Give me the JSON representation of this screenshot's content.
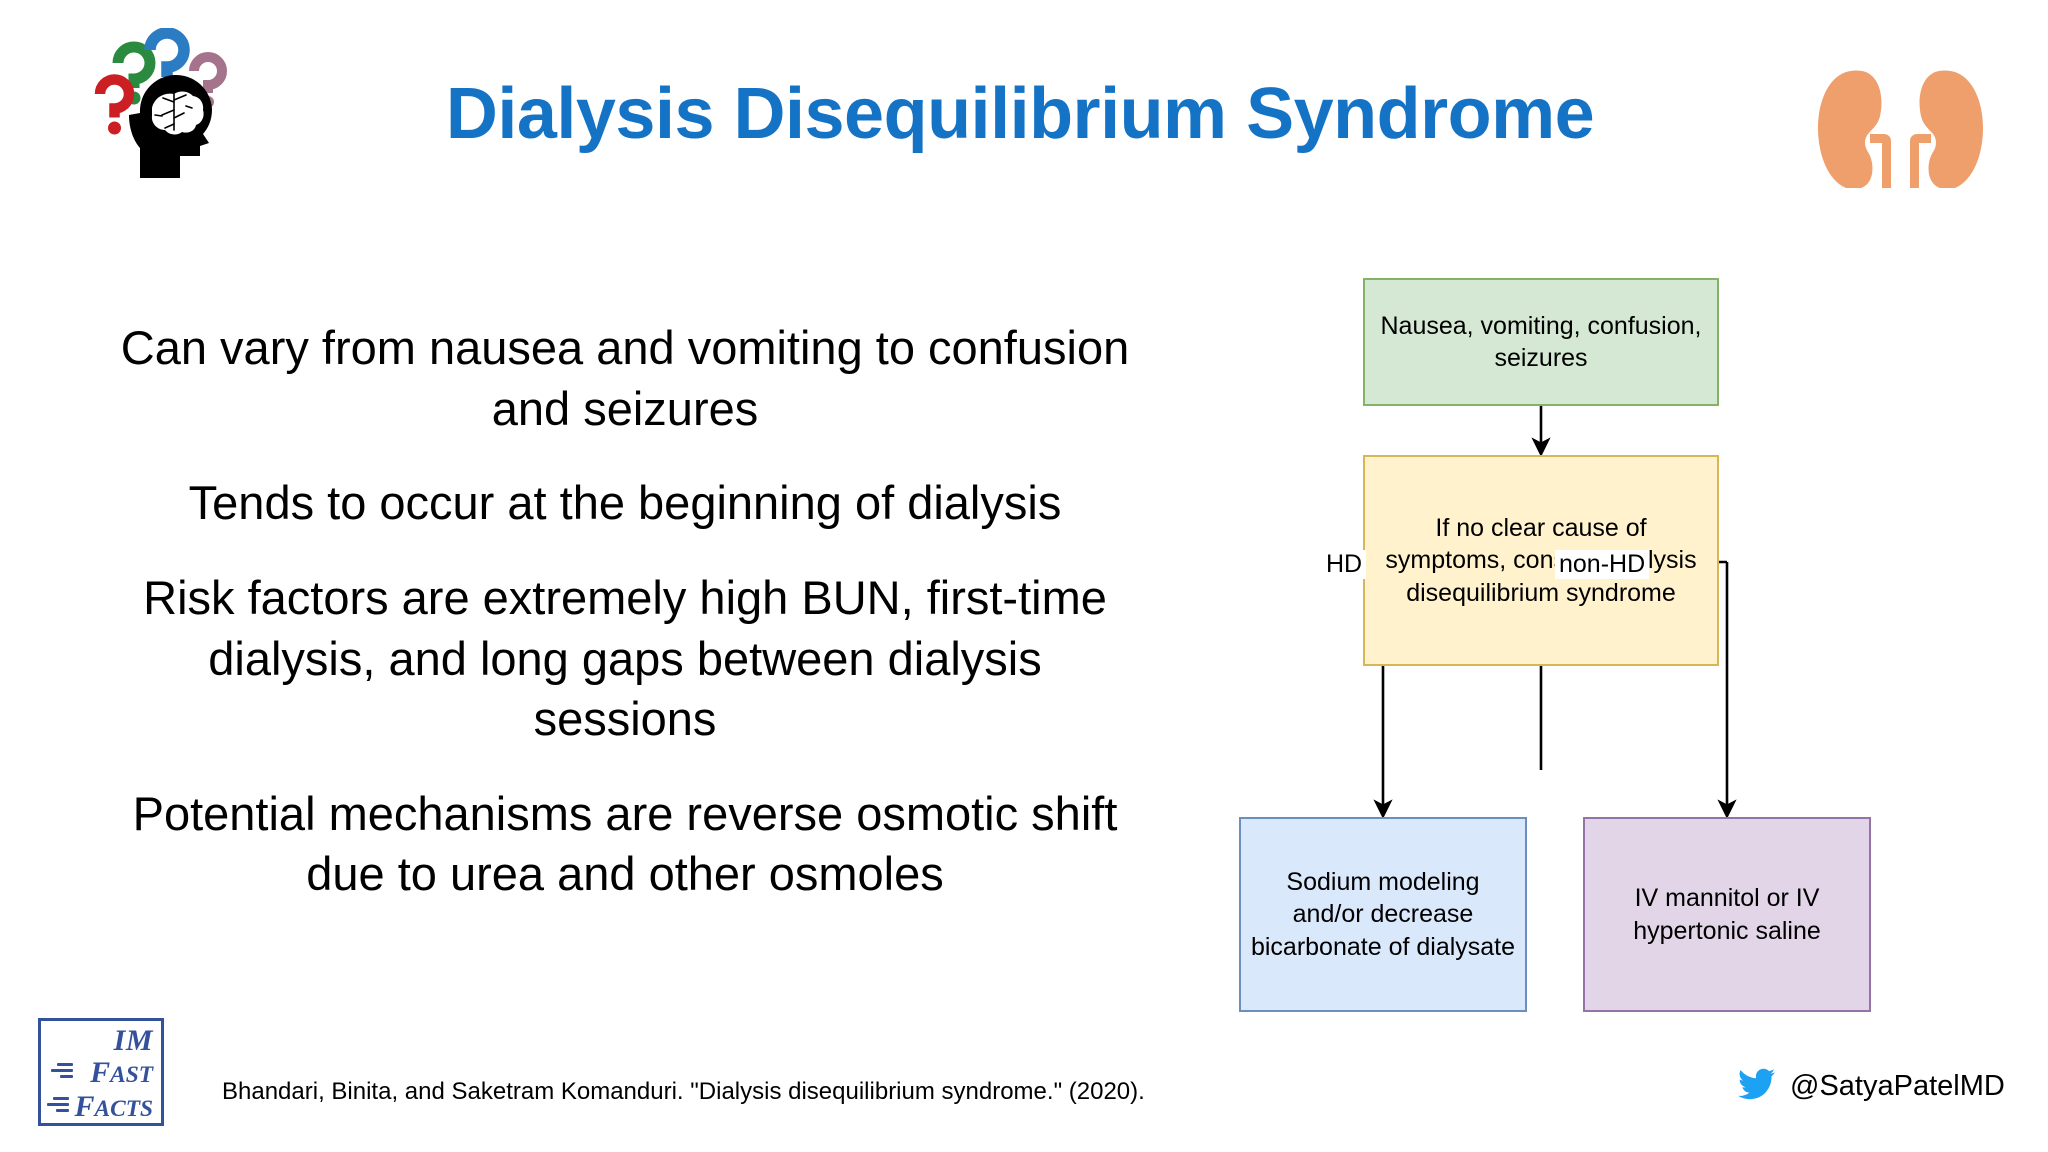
{
  "header": {
    "title": "Dialysis Disequilibrium Syndrome",
    "title_color": "#1573c6",
    "left_icon": "brain-head-question-marks-icon",
    "right_icon": "kidneys-icon",
    "kidney_color": "#ef9f6c",
    "question_mark_colors": [
      "#2a8a3f",
      "#2b7cc2",
      "#a5738c",
      "#cc1f24"
    ]
  },
  "body": {
    "paragraphs": [
      "Can vary from nausea and vomiting to confusion and seizures",
      "Tends to occur at the beginning of dialysis",
      "Risk factors are extremely high BUN, first-time dialysis, and long gaps between dialysis sessions",
      "Potential mechanisms are reverse osmotic shift due to urea and other osmoles"
    ]
  },
  "flowchart": {
    "nodes": [
      {
        "id": "symptoms",
        "text": "Nausea, vomiting, confusion, seizures",
        "fill": "#d5e8d4",
        "border": "#82b366"
      },
      {
        "id": "consider",
        "text": "If no clear cause of symptoms, consider dialysis disequilibrium syndrome",
        "fill": "#fff2cc",
        "border": "#d6b656"
      },
      {
        "id": "hd-treatment",
        "text": "Sodium modeling and/or decrease bicarbonate of dialysate",
        "fill": "#dae8fc",
        "border": "#6c8ebf"
      },
      {
        "id": "nonhd-treatment",
        "text": "IV mannitol or IV hypertonic saline",
        "fill": "#e1d5e7",
        "border": "#9673a6"
      }
    ],
    "edge_labels": {
      "left": "HD",
      "right": "non-HD"
    }
  },
  "footer": {
    "logo": {
      "line1": "IM",
      "line2_cap": "F",
      "line2_rest": "AST",
      "line3_cap": "F",
      "line3_rest": "ACTS",
      "color": "#34529b"
    },
    "citation": "Bhandari, Binita, and Saketram Komanduri. \"Dialysis disequilibrium syndrome.\" (2020).",
    "twitter_handle": "@SatyaPatelMD",
    "twitter_color": "#1da1f2"
  }
}
